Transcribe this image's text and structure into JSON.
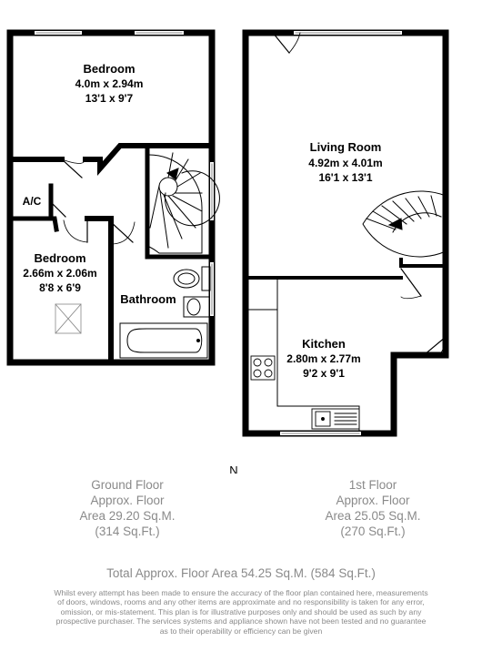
{
  "rooms": {
    "bedroom1": {
      "name": "Bedroom",
      "metric": "4.0m x 2.94m",
      "imperial": "13'1  x 9'7"
    },
    "ac": {
      "name": "A/C"
    },
    "bedroom2": {
      "name": "Bedroom",
      "metric": "2.66m x 2.06m",
      "imperial": "8'8  x 6'9"
    },
    "bathroom": {
      "name": "Bathroom"
    },
    "living": {
      "name": "Living Room",
      "metric": "4.92m x 4.01m",
      "imperial": "16'1  x 13'1"
    },
    "kitchen": {
      "name": "Kitchen",
      "metric": "2.80m x 2.77m",
      "imperial": "9'2  x 9'1"
    }
  },
  "compass": {
    "north": "N"
  },
  "ground_floor": {
    "line1": "Ground Floor",
    "line2": "Approx. Floor",
    "line3": "Area 29.20 Sq.M.",
    "line4": "(314 Sq.Ft.)"
  },
  "first_floor": {
    "line1": "1st Floor",
    "line2": "Approx. Floor",
    "line3": "Area 25.05 Sq.M.",
    "line4": "(270 Sq.Ft.)"
  },
  "total": "Total Approx. Floor Area 54.25 Sq.M. (584 Sq.Ft.)",
  "disclaimer": {
    "line1": "Whilst every attempt has been made to ensure the accuracy of the floor plan contained here, measurements",
    "line2": "of doors, windows, rooms and any other items are approximate and no responsibility is taken for any error,",
    "line3": "omission, or mis-statement. This plan is for illustrative purposes only and should be used as such by any",
    "line4": "prospective purchaser. The services systems and appliance shown have not been tested and no guarantee",
    "line5": "as to their operability or efficiency can be given"
  }
}
